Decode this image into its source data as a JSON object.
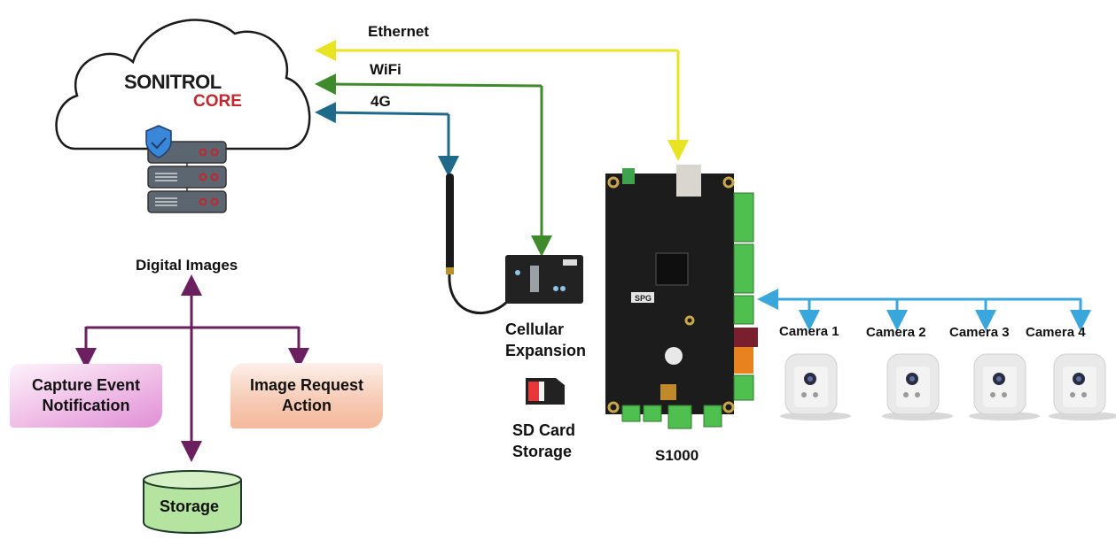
{
  "cloud": {
    "brand": "SONITROL",
    "product": "CORE",
    "brand_color": "#1b1b1b",
    "accent_color": "#c1272d"
  },
  "connections": [
    {
      "id": "ethernet",
      "label": "Ethernet",
      "color": "#e8e323"
    },
    {
      "id": "wifi",
      "label": "WiFi",
      "color": "#3f8a2a"
    },
    {
      "id": "4g",
      "label": "4G",
      "color": "#1f6a8a"
    }
  ],
  "flow": {
    "digital_images": "Digital Images",
    "capture_event": "Capture Event Notification",
    "capture_event_lines": [
      "Capture Event",
      "Notification"
    ],
    "image_request_lines": [
      "Image Request",
      "Action"
    ],
    "storage": "Storage",
    "arrow_color": "#6b1f5e"
  },
  "devices": {
    "cellular_lines": [
      "Cellular",
      "Expansion"
    ],
    "sd_card_lines": [
      "SD Card",
      "Storage"
    ],
    "controller": "S1000",
    "board_logo": "SPG"
  },
  "cameras": {
    "bus_color": "#3aa7dc",
    "items": [
      {
        "label": "Camera 1"
      },
      {
        "label": "Camera 2"
      },
      {
        "label": "Camera 3"
      },
      {
        "label": "Camera 4"
      }
    ]
  }
}
